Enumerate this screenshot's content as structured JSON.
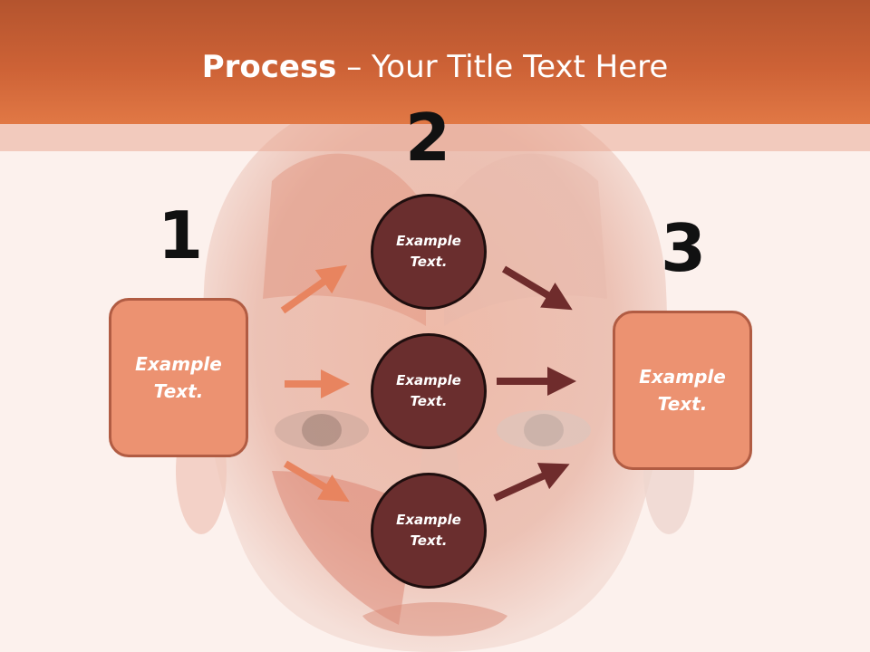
{
  "slide": {
    "title_bold": "Process",
    "title_rest": " – Your Title Text Here",
    "background_image": "anatomical-face-muscles-illustration"
  },
  "steps": [
    {
      "number": "1",
      "label": "Example\nText."
    },
    {
      "number": "2",
      "circles": [
        "Example\nText.",
        "Example\nText.",
        "Example\nText."
      ]
    },
    {
      "number": "3",
      "label": "Example\nText."
    }
  ],
  "colors": {
    "header": "#d8693a",
    "box_fill": "#ec9271",
    "circle_fill": "#6a2e2e",
    "arrow_light": "#e8845f",
    "arrow_dark": "#6f2c2c"
  }
}
